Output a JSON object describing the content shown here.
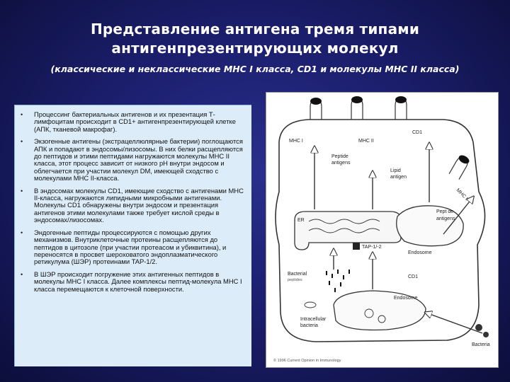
{
  "slide": {
    "title_line1": "Представление антигена тремя типами",
    "title_line2": "антигенпрезентирующих молекул",
    "subtitle": "(классические и неклассические МНС I класса, CD1 и молекулы МНС II класса)"
  },
  "bullets": [
    {
      "marker": "•",
      "text": "Процессинг бактериальных антигенов и их презентация Т-лимфоцитам происходит в CD1+ антигенпрезентирующей клетке (АПК, тканевой макрофаг)."
    },
    {
      "marker": "•",
      "text": "Экзогенные антигены (экстрацеллюлярные бактерии) поглощаются АПК и попадают в эндосомы/лизосомы. В них белки расщепляются до пептидов и этими пептидами нагружаются молекулы МНС II класса, этот процесс зависит от низкого pH внутри эндосом и облегчается при участии молекул DM, имеющей сходство с молекулами МНС II-класса."
    },
    {
      "marker": "•",
      "text": "В эндосомах молекулы CD1, имеющие сходство с антигенами МНС II-класса, нагружаются липидными микробными антигенами. Молекулы CD1 обнаружены внутри эндосом и презентация антигенов этими молекулами также требует кислой среды в эндосомах/лизосомах."
    },
    {
      "marker": "•",
      "text": "Эндогенные пептиды процессируются с помощью других механизмов. Внутриклеточные протеины расщепляются до пептидов в цитозоле (при участии протеасом и убиквитина), и переносятся в просвет шероховатого эндоплазматического ретикулума (ШЭР) протеинами TAP-1/2."
    },
    {
      "marker": "•",
      "text": "В ШЭР происходит погружение этих антигенных пептидов в молекулы МНС I класса. Далее комплексы пептид-молекула МНС I класса перемещаются к клеточной поверхности."
    }
  ],
  "diagram": {
    "labels": {
      "cd1_top": "CD1",
      "mhc1": "MHC I",
      "mhc2": "MHC II",
      "mhc2_rot": "MHC II",
      "peptide": "Peptide",
      "antigens": "antigens",
      "lipid": "Lipid",
      "antigen": "antigen",
      "peptide2": "Pept de",
      "antigens2": "antigens",
      "er": "ER",
      "tap": "TAP-1/-2",
      "endosome1": "Endosome",
      "bacterial": "Bacterial",
      "peptides": "peptides",
      "endosome2": "Endosome",
      "intracellular": "Intracellular",
      "bacteria_in": "bacteria",
      "bacteria_out": "Bacteria",
      "cd1_mid": "CD1",
      "copyright": "© 1996 Current Opinion in Immunology"
    },
    "colors": {
      "line": "#333333",
      "fill": "#1a1a1a"
    }
  }
}
